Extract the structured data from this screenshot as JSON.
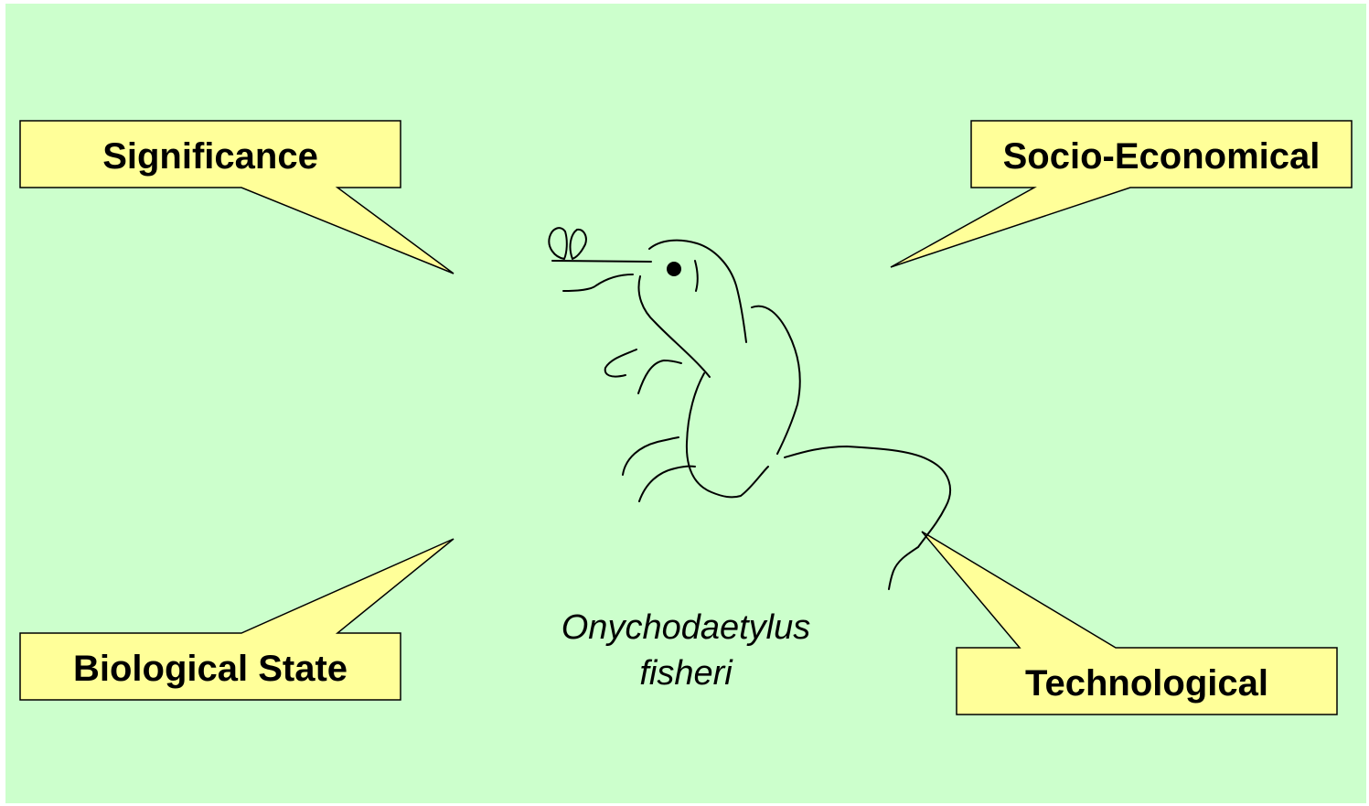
{
  "callouts": {
    "significance": "Significance",
    "socio_economical": "Socio-Economical",
    "biological_state": "Biological State",
    "technological": "Technological"
  },
  "species": {
    "line1": "Onychodaetylus",
    "line2": "fisheri"
  },
  "colors": {
    "background": "#ccffcc",
    "callout_fill": "#ffff99",
    "outline": "#000000"
  }
}
